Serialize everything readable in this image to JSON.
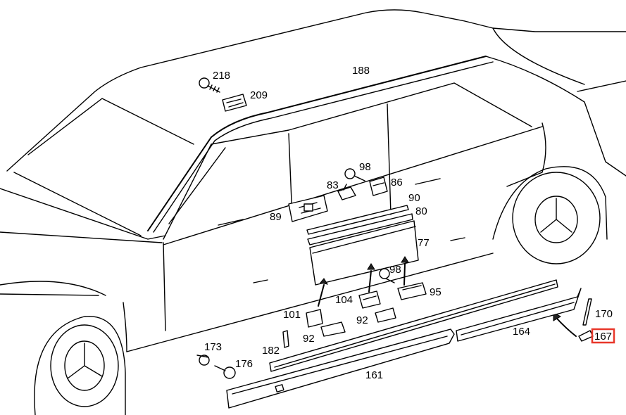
{
  "highlight_color": "#e8372a",
  "labels": {
    "p218": "218",
    "p209": "209",
    "p188": "188",
    "p98a": "98",
    "p83": "83",
    "p86": "86",
    "p90": "90",
    "p80": "80",
    "p89": "89",
    "p77": "77",
    "p98b": "98",
    "p95": "95",
    "p104": "104",
    "p101": "101",
    "p92a": "92",
    "p92b": "92",
    "p182": "182",
    "p173": "173",
    "p176": "176",
    "p161": "161",
    "p164": "164",
    "p170": "170",
    "p167": "167"
  }
}
